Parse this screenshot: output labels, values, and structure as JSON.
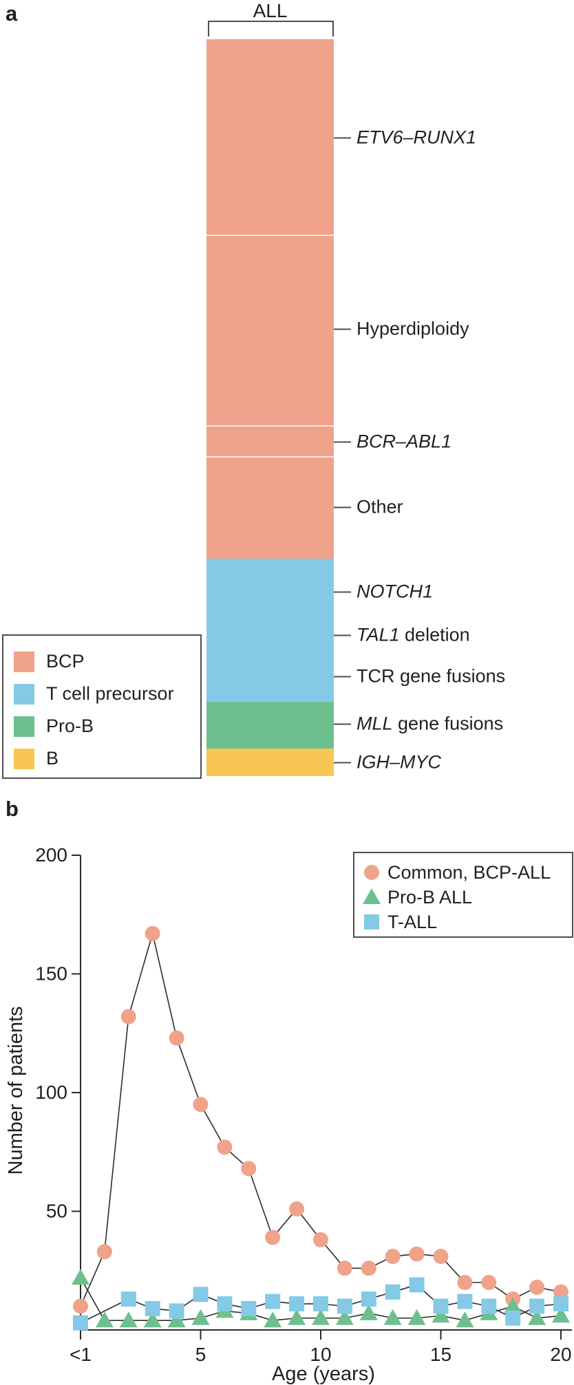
{
  "panels": {
    "a_label": "a",
    "b_label": "b"
  },
  "colors": {
    "bcp": "#f0a28b",
    "t_cell_precursor": "#84cae7",
    "pro_b": "#6dc08e",
    "b_cell": "#f8c653",
    "text": "#231f20",
    "line": "#2b2b2b",
    "box_border": "#4d4d4f"
  },
  "panel_a": {
    "bar_title": "ALL",
    "legend_items": [
      {
        "label": "BCP",
        "color_key": "bcp"
      },
      {
        "label": "T cell precursor",
        "color_key": "t_cell_precursor"
      },
      {
        "label": "Pro-B",
        "color_key": "pro_b"
      },
      {
        "label": "B",
        "color_key": "b_cell"
      }
    ],
    "segments": [
      {
        "name": "ETV6-RUNX1 segment",
        "color_key": "bcp",
        "share_pct": 26.52,
        "divider_before": false
      },
      {
        "name": "Hyperdiploidy segment",
        "color_key": "bcp",
        "share_pct": 25.86,
        "divider_before": true
      },
      {
        "name": "BCR-ABL1 segment",
        "color_key": "bcp",
        "share_pct": 4.2,
        "divider_before": true
      },
      {
        "name": "Other segment",
        "color_key": "bcp",
        "share_pct": 13.91,
        "divider_before": true
      },
      {
        "name": "T cell precursor segment",
        "color_key": "t_cell_precursor",
        "share_pct": 19.42,
        "divider_before": false
      },
      {
        "name": "Pro-B segment",
        "color_key": "pro_b",
        "share_pct": 6.35,
        "divider_before": false
      },
      {
        "name": "B segment",
        "color_key": "b_cell",
        "share_pct": 3.74,
        "divider_before": false
      }
    ],
    "callouts": [
      {
        "y": 200,
        "parts": [
          {
            "text": "ETV6–RUNX1",
            "italic": true
          }
        ]
      },
      {
        "y": 478,
        "parts": [
          {
            "text": "Hyperdiploidy",
            "italic": false
          }
        ]
      },
      {
        "y": 642,
        "parts": [
          {
            "text": "BCR–ABL1",
            "italic": true
          }
        ]
      },
      {
        "y": 737,
        "parts": [
          {
            "text": "Other",
            "italic": false
          }
        ]
      },
      {
        "y": 860,
        "parts": [
          {
            "text": "NOTCH1",
            "italic": true
          }
        ]
      },
      {
        "y": 923,
        "parts": [
          {
            "text": "TAL1",
            "italic": true
          },
          {
            "text": " deletion",
            "italic": false
          }
        ]
      },
      {
        "y": 983,
        "parts": [
          {
            "text": "TCR gene fusions",
            "italic": false
          }
        ]
      },
      {
        "y": 1052,
        "parts": [
          {
            "text": "MLL",
            "italic": true
          },
          {
            "text": " gene fusions",
            "italic": false
          }
        ]
      },
      {
        "y": 1108,
        "parts": [
          {
            "text": "IGH–MYC",
            "italic": true
          }
        ]
      }
    ]
  },
  "chart_data": {
    "type": "line",
    "title": "",
    "xlabel": "Age (years)",
    "ylabel": "Number of patients",
    "ylim": [
      0,
      200
    ],
    "yticks": [
      50,
      100,
      150,
      200
    ],
    "x_categories": [
      "<1",
      "1",
      "2",
      "3",
      "4",
      "5",
      "6",
      "7",
      "8",
      "9",
      "10",
      "11",
      "12",
      "13",
      "14",
      "15",
      "16",
      "17",
      "18",
      "19",
      "20"
    ],
    "x_tick_indices": [
      0,
      5,
      10,
      15,
      20
    ],
    "x_tick_labels": [
      "<1",
      "5",
      "10",
      "15",
      "20"
    ],
    "grid": false,
    "legend_position": "top-right",
    "series": [
      {
        "name": "Common, BCP-ALL",
        "marker": "circle",
        "color_key": "bcp",
        "values": [
          10,
          33,
          132,
          167,
          123,
          95,
          77,
          68,
          39,
          51,
          38,
          26,
          26,
          31,
          32,
          31,
          20,
          20,
          13,
          18,
          16
        ]
      },
      {
        "name": "Pro-B ALL",
        "marker": "triangle",
        "color_key": "pro_b",
        "values": [
          22,
          4,
          4,
          4,
          4,
          5,
          8,
          7,
          4,
          5,
          5,
          5,
          7,
          5,
          5,
          6,
          4,
          7,
          10,
          5,
          6
        ]
      },
      {
        "name": "T-ALL",
        "marker": "square",
        "color_key": "t_cell_precursor",
        "values": [
          3,
          null,
          13,
          9,
          8,
          15,
          11,
          9,
          12,
          11,
          11,
          10,
          13,
          16,
          19,
          10,
          12,
          10,
          5,
          10,
          11
        ]
      }
    ]
  }
}
